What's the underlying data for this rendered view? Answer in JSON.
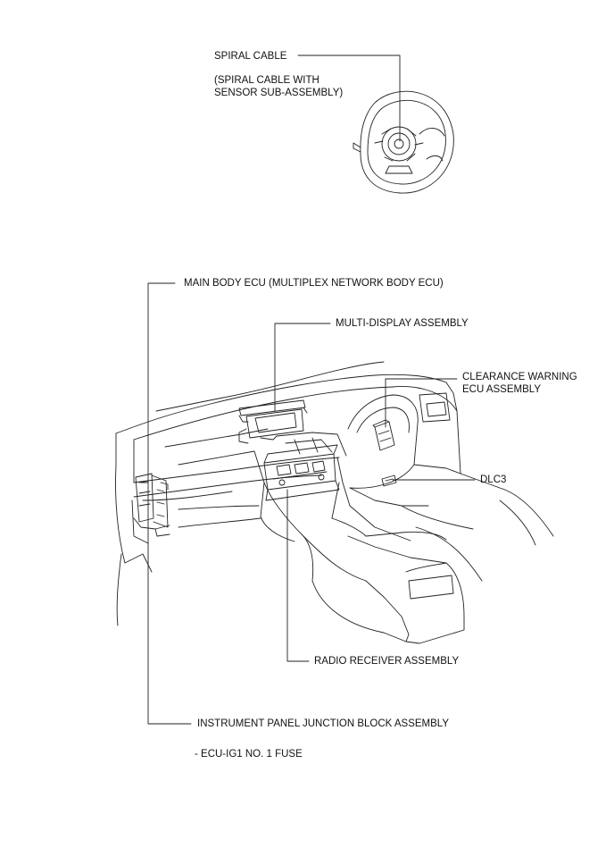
{
  "labels": {
    "spiral_cable": "SPIRAL CABLE",
    "spiral_cable_sub_line1": "(SPIRAL CABLE WITH",
    "spiral_cable_sub_line2": "SENSOR SUB-ASSEMBLY)",
    "main_body_ecu": "MAIN BODY ECU (MULTIPLEX NETWORK BODY ECU)",
    "multi_display": "MULTI-DISPLAY ASSEMBLY",
    "clearance_warning_line1": "CLEARANCE WARNING",
    "clearance_warning_line2": "ECU ASSEMBLY",
    "dlc3": "DLC3",
    "radio_receiver": "RADIO RECEIVER ASSEMBLY",
    "instrument_panel_jb": "INSTRUMENT PANEL JUNCTION BLOCK ASSEMBLY",
    "ecu_ig1_fuse": "- ECU-IG1 NO. 1 FUSE"
  },
  "colors": {
    "line": "#222222",
    "text": "#111111",
    "background": "#ffffff"
  }
}
